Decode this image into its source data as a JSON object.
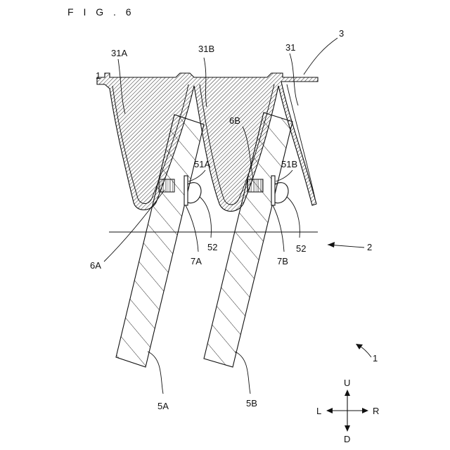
{
  "figure": {
    "title": "F I G . 6"
  },
  "labels": {
    "l3": "3",
    "l31A": "31A",
    "l31B": "31B",
    "l31": "31",
    "l1top": "1",
    "l6B": "6B",
    "l51A": "51A",
    "l51B": "51B",
    "l52a": "52",
    "l52b": "52",
    "l2": "2",
    "l6A": "6A",
    "l7A": "7A",
    "l7B": "7B",
    "l1": "1",
    "l5A": "5A",
    "l5B": "5B"
  },
  "compass": {
    "up": "U",
    "down": "D",
    "left": "L",
    "right": "R"
  },
  "colors": {
    "ink": "#111111",
    "background": "#ffffff"
  }
}
